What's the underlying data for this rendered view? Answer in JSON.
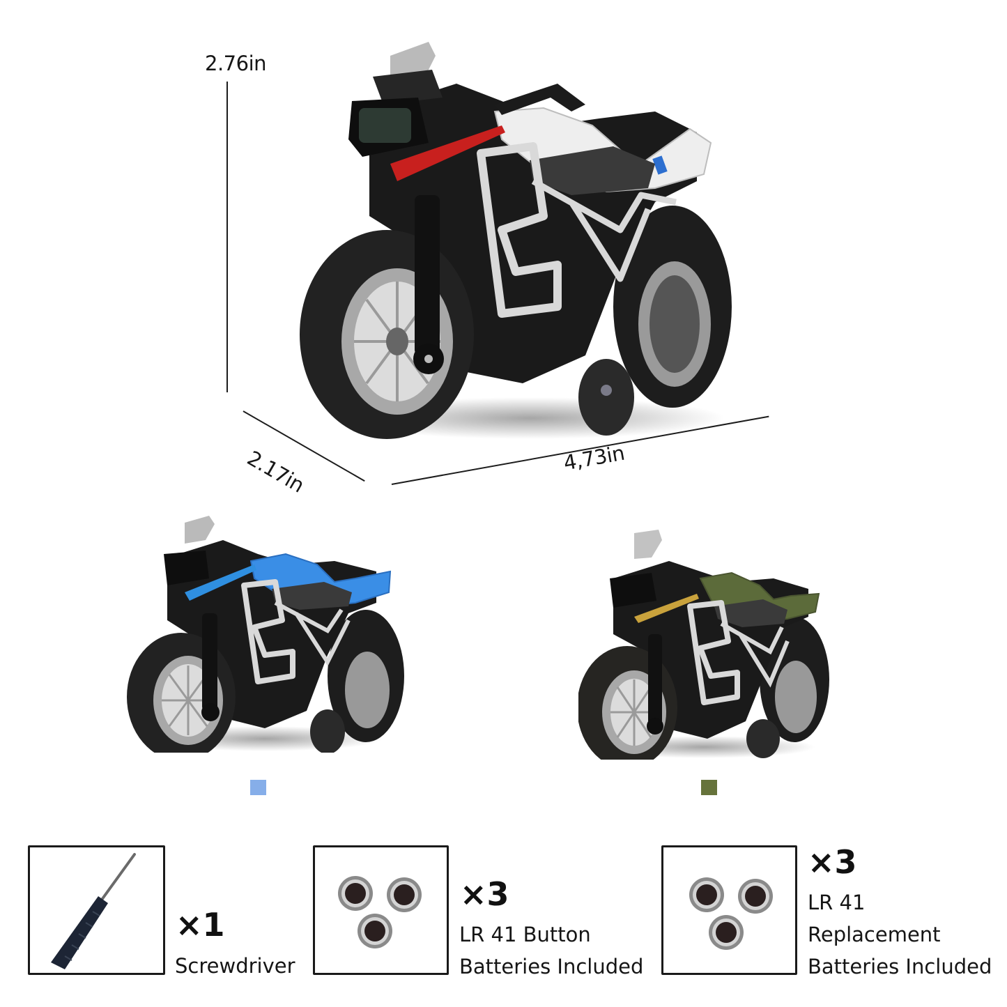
{
  "dimensions": {
    "height_label": "2.76in",
    "depth_label": "2.17in",
    "length_label": "4,73in"
  },
  "products": {
    "main": {
      "variant": "white",
      "accent_color": "#c8201e",
      "body_color": "#f2f2f2"
    },
    "variants": [
      {
        "variant": "blue",
        "swatch_color": "#86aee9",
        "accent_color": "#2f8fe0"
      },
      {
        "variant": "green",
        "swatch_color": "#66733b",
        "accent_color": "#c9a23c"
      }
    ]
  },
  "accessories": [
    {
      "icon": "screwdriver-icon",
      "quantity": "×1",
      "lines": [
        "Screwdriver"
      ]
    },
    {
      "icon": "button-battery-icon",
      "quantity": "×3",
      "lines": [
        "LR 41 Button",
        "Batteries Included"
      ]
    },
    {
      "icon": "button-battery-icon",
      "quantity": "×3",
      "lines": [
        "LR 41",
        "Replacement",
        "Batteries Included"
      ]
    }
  ]
}
